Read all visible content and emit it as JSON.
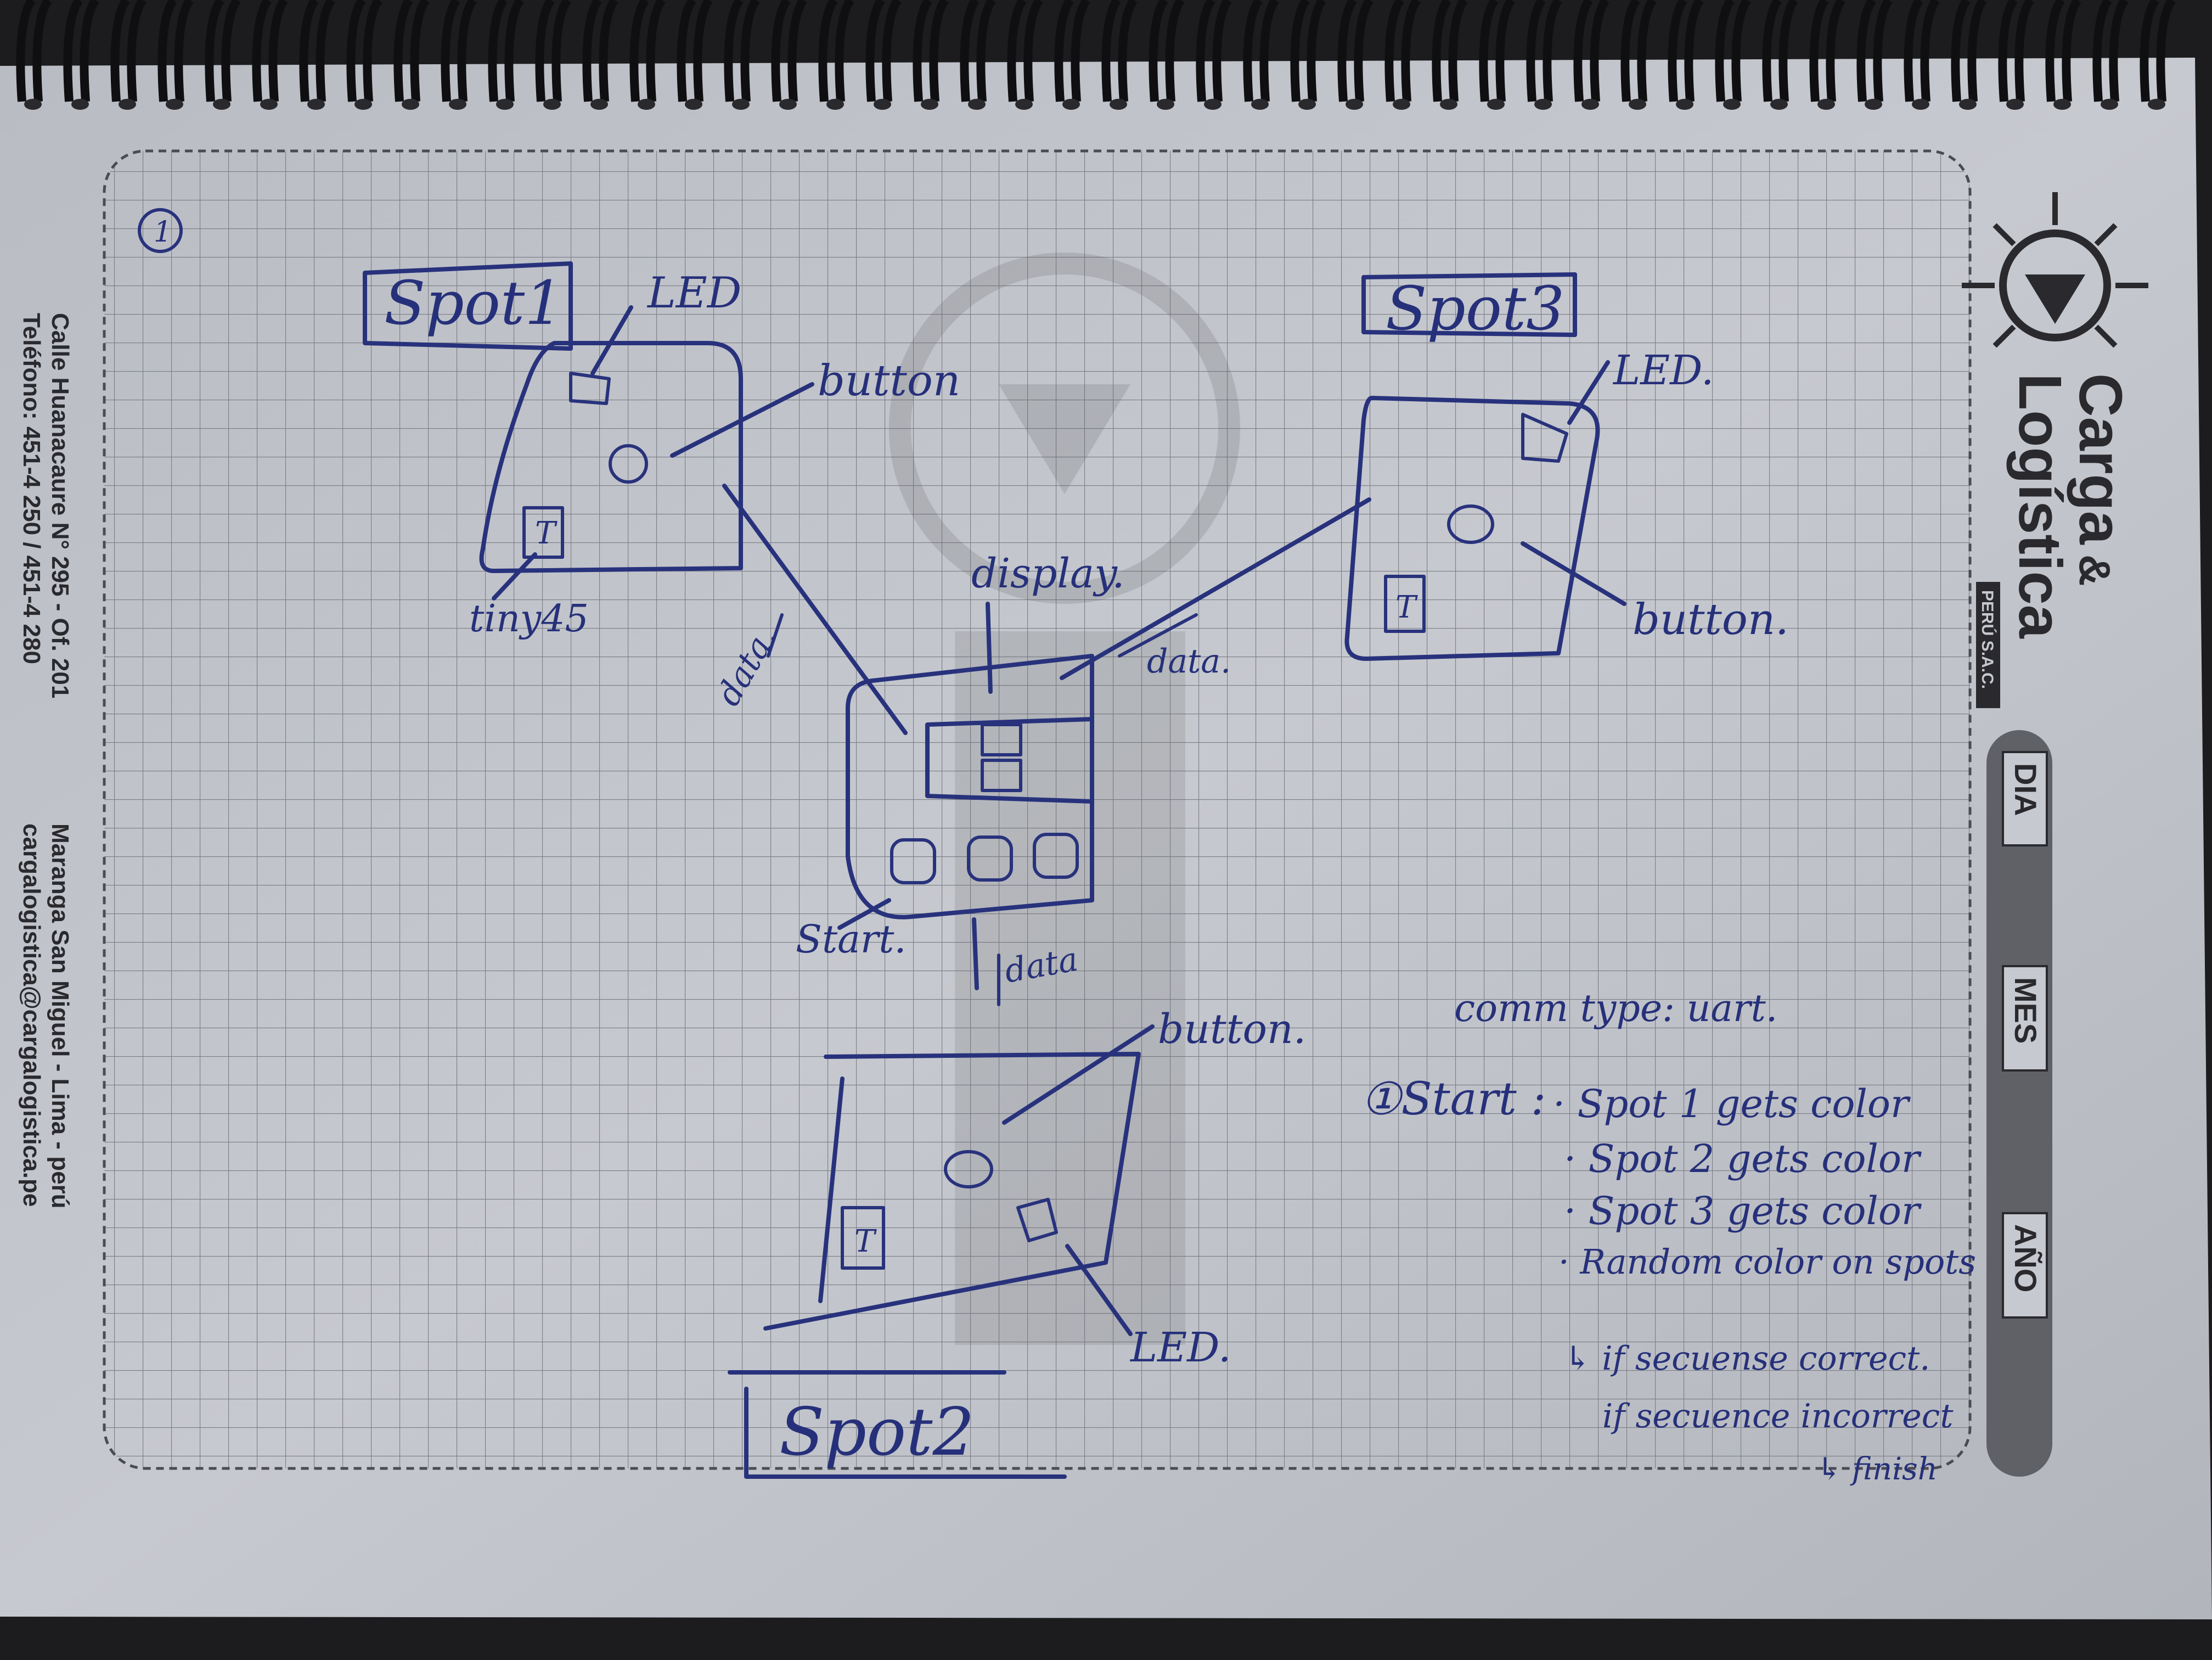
{
  "notebook": {
    "page_number": "1",
    "brand": {
      "name_line1": "Carga",
      "ampersand": "&",
      "name_line2": "Logística",
      "subline": "PERÚ S.A.C."
    },
    "address": {
      "line1": "Calle Huanacaure N° 295 - Of. 201",
      "line2": "Teléfono: 451-4 250 / 451-4 280",
      "line3": "Maranga San Miguel - Lima - perú",
      "line4": "cargalogistica@cargalogistica.pe"
    },
    "date_tabs": [
      "DIA",
      "MES",
      "AÑO"
    ]
  },
  "sketch": {
    "spot1": {
      "title": "Spot1",
      "led": "LED",
      "button": "button",
      "chip": "T",
      "mcu": "tiny45"
    },
    "spot3": {
      "title": "Spot3",
      "led": "LED.",
      "button": "button.",
      "chip": "T"
    },
    "spot2": {
      "title": "Spot2",
      "led": "LED.",
      "button": "button.",
      "chip": "T"
    },
    "hub": {
      "display": "display.",
      "start": "Start."
    },
    "links": {
      "data_left": "data.",
      "data_right": "data.",
      "data_bottom": "data"
    },
    "notes": {
      "comm": "comm type: uart.",
      "start_label": "①Start :",
      "steps": [
        "· Spot 1 gets color",
        "· Spot 2 gets color",
        "· Spot 3 gets color",
        "· Random color on spots"
      ],
      "branch": [
        "↳ if secuense correct.",
        "if secuence incorrect",
        "↳ finish"
      ]
    }
  }
}
